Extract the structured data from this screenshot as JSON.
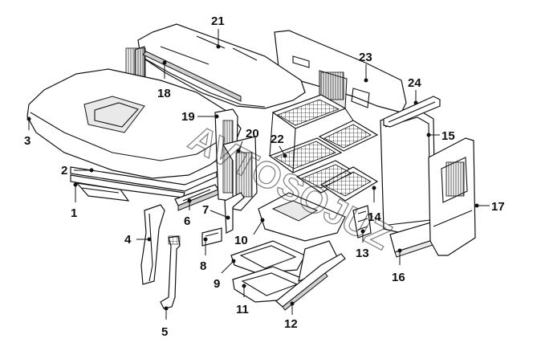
{
  "callouts": [
    "1",
    "2",
    "3",
    "4",
    "5",
    "6",
    "7",
    "8",
    "9",
    "10",
    "11",
    "12",
    "13",
    "14",
    "15",
    "16",
    "17",
    "18",
    "19",
    "20",
    "21",
    "22",
    "23",
    "24"
  ],
  "watermark": "AVTOSOJUZ"
}
